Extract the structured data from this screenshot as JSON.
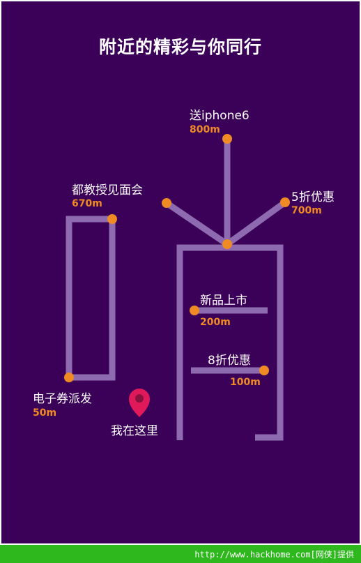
{
  "title": "附近的精彩与你同行",
  "colors": {
    "background": "#3b0058",
    "path": "#8e6bb0",
    "node": "#f08a24",
    "pin": "#e0195a",
    "footer": "#2eb81e"
  },
  "pois": [
    {
      "label": "送iphone6",
      "distance": "800m"
    },
    {
      "label": "都教授见面会",
      "distance": "670m"
    },
    {
      "label": "5折优惠",
      "distance": "700m"
    },
    {
      "label": "新品上市",
      "distance": "200m"
    },
    {
      "label": "8折优惠",
      "distance": "100m"
    },
    {
      "label": "电子券派发",
      "distance": "50m"
    }
  ],
  "location": {
    "label": "我在这里",
    "icon": "map-pin-icon"
  },
  "footer": {
    "text": "http://www.hackhome.com[网侠]提供"
  }
}
